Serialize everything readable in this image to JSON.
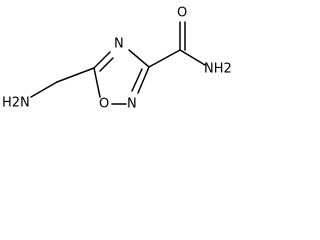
{
  "structure": {
    "atoms": {
      "carbonyl_oxygen": "O",
      "ring_n4": "N",
      "ring_n2": "N",
      "ring_o1": "O",
      "amide_nh2": "NH2",
      "amine_h2n": "H2N"
    }
  }
}
